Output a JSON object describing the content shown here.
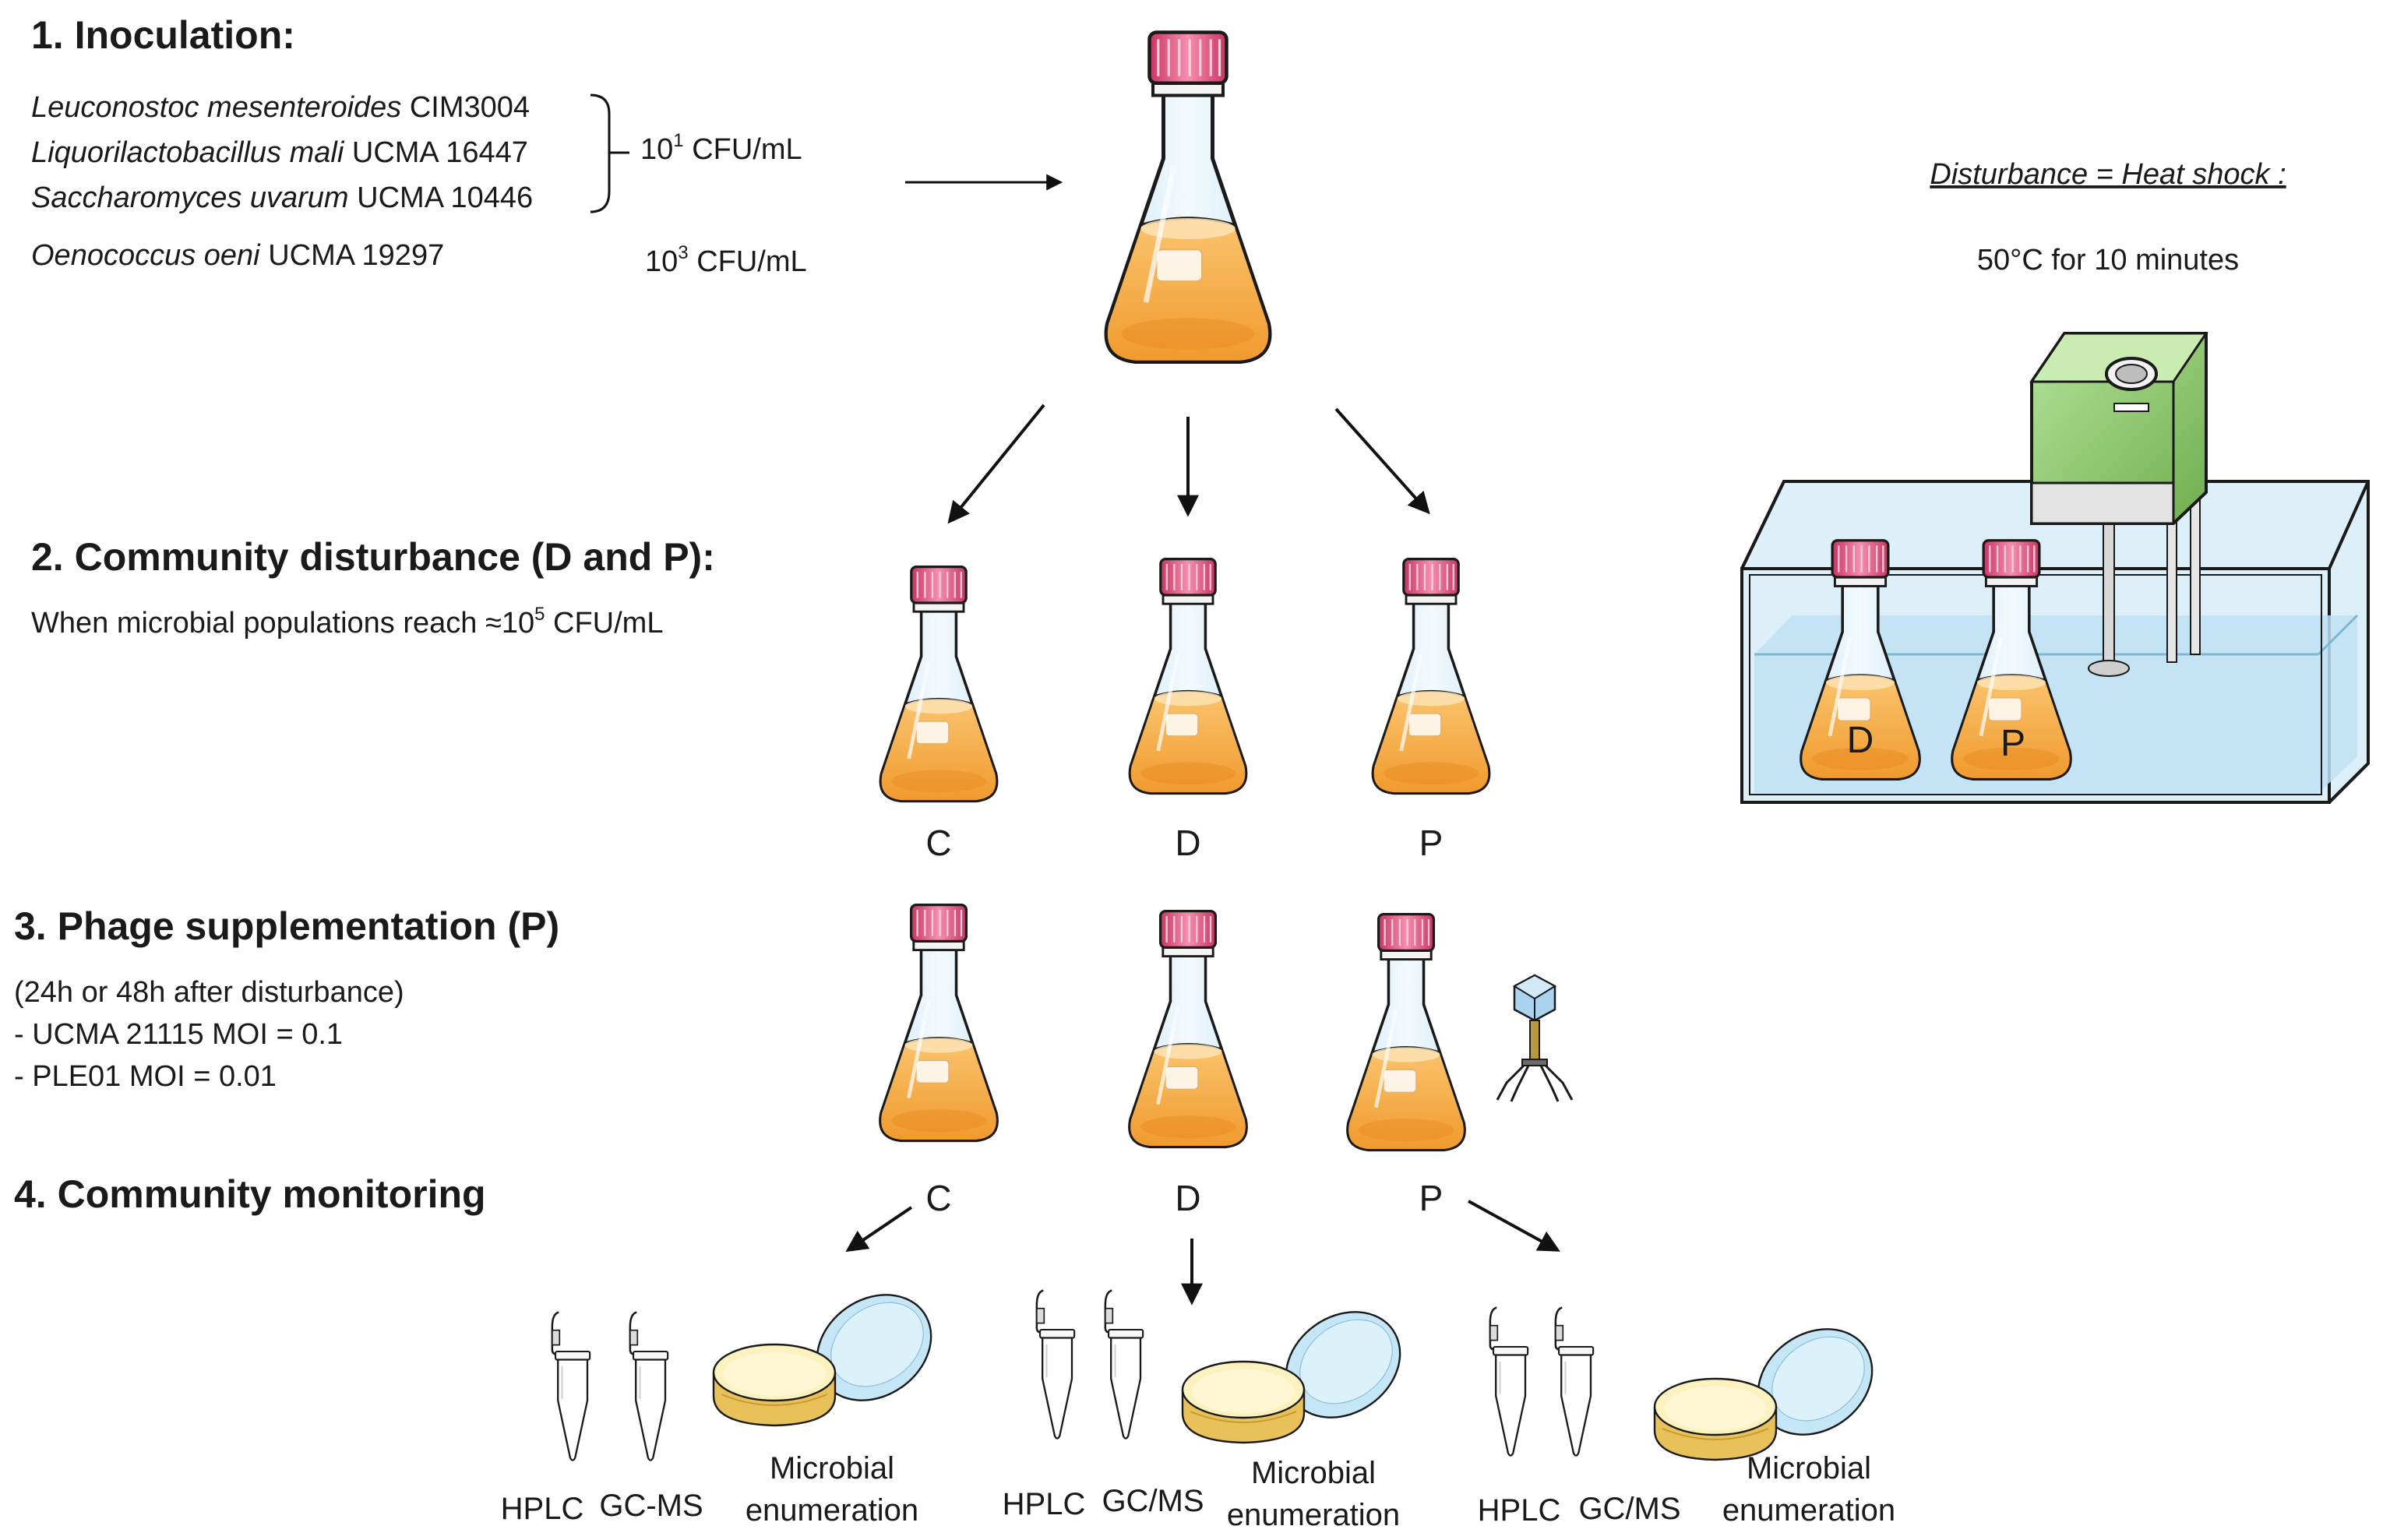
{
  "steps": {
    "inoculation": {
      "heading": "1. Inoculation:",
      "species": [
        {
          "name": "Leuconostoc mesenteroides",
          "strain": " CIM3004"
        },
        {
          "name": "Liquorilactobacillus mali",
          "strain": " UCMA 16447"
        },
        {
          "name": "Saccharomyces uvarum",
          "strain": " UCMA 10446"
        },
        {
          "name": "Oenococcus oeni",
          "strain": " UCMA 19297"
        }
      ],
      "dose_group": {
        "base": "10",
        "exp": "1",
        "unit": " CFU/mL"
      },
      "dose_oeni": {
        "base": "10",
        "exp": "3",
        "unit": " CFU/mL"
      }
    },
    "disturbance": {
      "heading": "2. Community disturbance (D and P):",
      "condition": {
        "prefix": "When microbial populations reach ≈10",
        "exp": "5",
        "unit": " CFU/mL"
      }
    },
    "phage": {
      "heading": "3. Phage supplementation (P)",
      "lines": [
        "(24h or 48h after disturbance)",
        "- UCMA 21115 MOI = 0.1",
        "- PLE01 MOI = 0.01"
      ]
    },
    "monitoring": {
      "heading": "4. Community monitoring"
    }
  },
  "heat_shock": {
    "title": "Disturbance = Heat shock :",
    "detail": "50°C for 10 minutes",
    "flask_labels": [
      "D",
      "P"
    ]
  },
  "conditions": [
    "C",
    "D",
    "P"
  ],
  "analyses": [
    {
      "tube1": "HPLC",
      "tube2": "GC-MS",
      "plate_line1": "Microbial",
      "plate_line2": "enumeration"
    },
    {
      "tube1": "HPLC",
      "tube2": "GC/MS",
      "plate_line1": "Microbial",
      "plate_line2": "enumeration"
    },
    {
      "tube1": "HPLC",
      "tube2": "GC/MS",
      "plate_line1": "Microbial",
      "plate_line2": "enumeration"
    }
  ],
  "colors": {
    "medium": "#F5A540",
    "cap": "#E24E78",
    "glass": "#DDEFFA",
    "bath_water": "#C6E5F5",
    "heater": "#8CCB6A",
    "agar": "#FBF0B5",
    "lid": "#BFE3F5"
  }
}
